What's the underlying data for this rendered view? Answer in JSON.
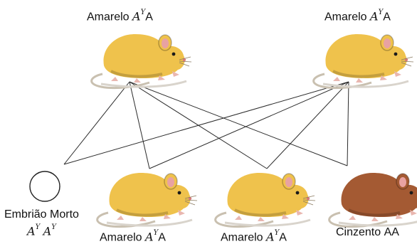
{
  "parents": [
    {
      "name": "Amarelo",
      "genotype": {
        "base": "A",
        "sup": "Y",
        "second": "A"
      }
    },
    {
      "name": "Amarelo",
      "genotype": {
        "base": "A",
        "sup": "Y",
        "second": "A"
      }
    }
  ],
  "offspring": [
    {
      "line1": "Embrião Morto",
      "genotype": {
        "base1": "A",
        "sup1": "Y",
        "base2": "A",
        "sup2": "Y"
      }
    },
    {
      "name": "Amarelo",
      "genotype": {
        "base": "A",
        "sup": "Y",
        "second": "A"
      },
      "fur": "yellow"
    },
    {
      "name": "Amarelo",
      "genotype": {
        "base": "A",
        "sup": "Y",
        "second": "A"
      },
      "fur": "yellow"
    },
    {
      "name": "Cinzento",
      "genotype": {
        "plain": "AA"
      },
      "fur": "brown"
    }
  ],
  "colors": {
    "yellow_fur": "#efc24c",
    "yellow_shadow": "#c9962b",
    "brown_fur": "#a45a33",
    "brown_shadow": "#7a3e20",
    "line": "#2b2b2b"
  }
}
